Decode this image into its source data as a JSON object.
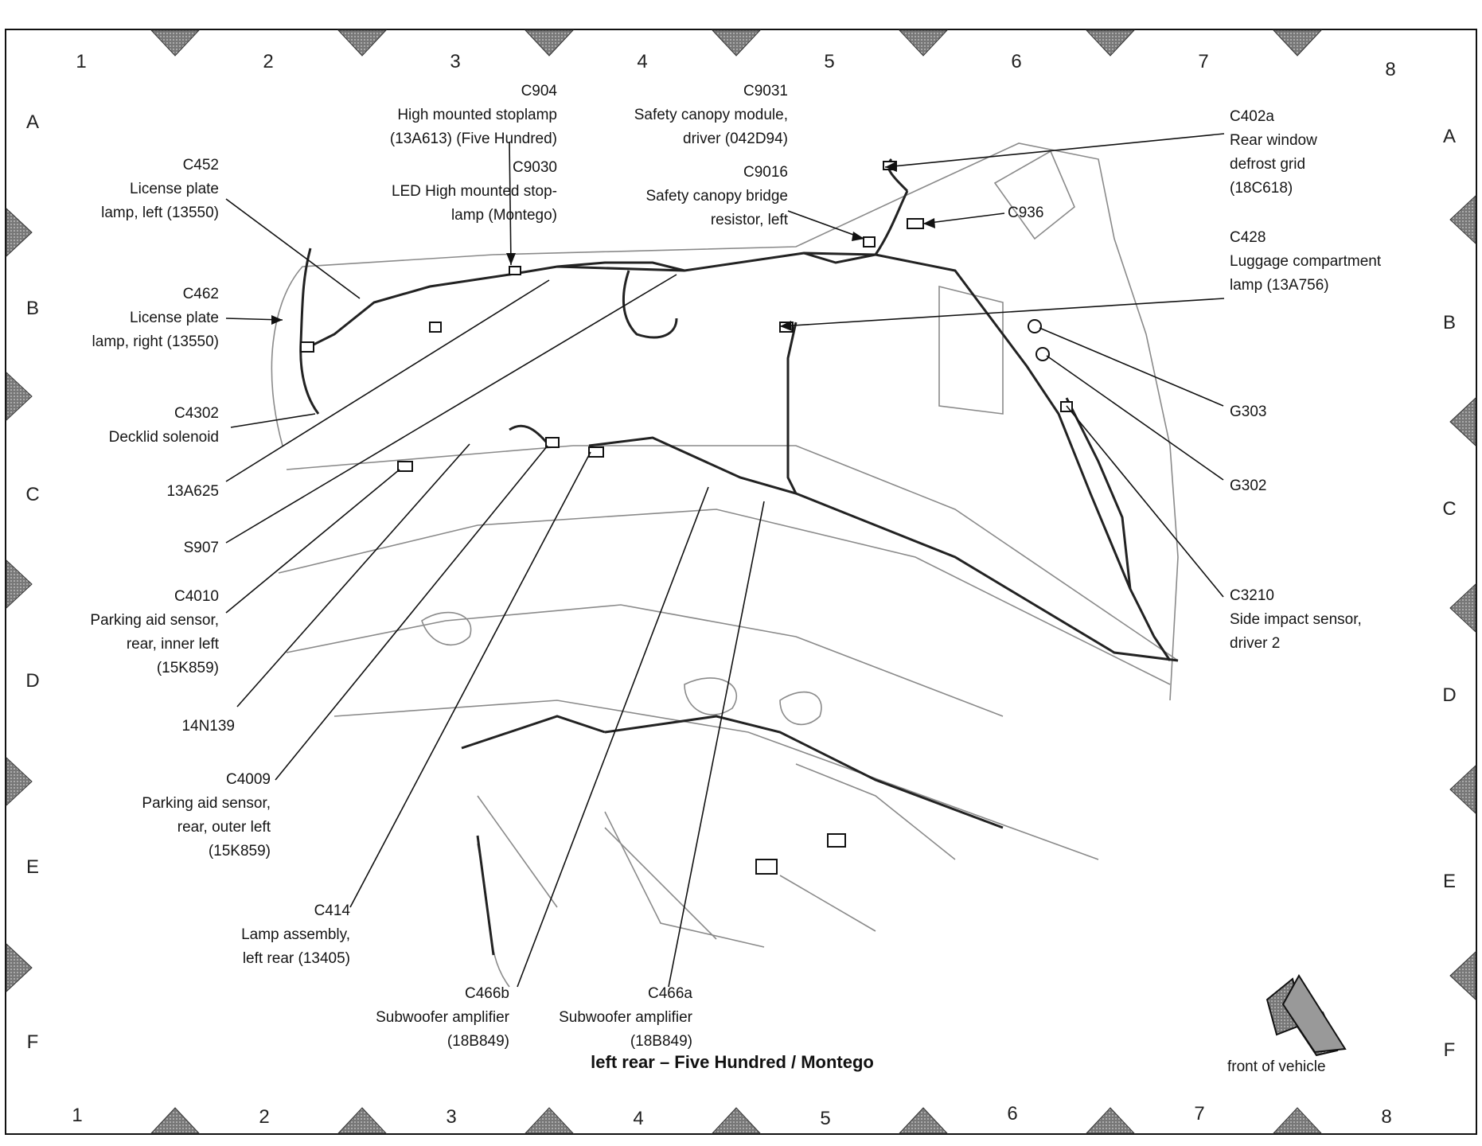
{
  "grid": {
    "columns": [
      "1",
      "2",
      "3",
      "4",
      "5",
      "6",
      "7",
      "8"
    ],
    "rows": [
      "A",
      "B",
      "C",
      "D",
      "E",
      "F"
    ]
  },
  "caption": "left rear – Five Hundred / Montego",
  "front_of_vehicle": "front of vehicle",
  "labels": {
    "c904": [
      "C904",
      "High mounted stoplamp",
      "(13A613) (Five Hundred)"
    ],
    "c9030": [
      "C9030",
      "LED High mounted stop-",
      "lamp (Montego)"
    ],
    "c9031": [
      "C9031",
      "Safety canopy module,",
      "driver (042D94)"
    ],
    "c9016": [
      "C9016",
      "Safety canopy bridge",
      "resistor, left"
    ],
    "c452": [
      "C452",
      "License plate",
      "lamp, left (13550)"
    ],
    "c462": [
      "C462",
      "License plate",
      "lamp, right (13550)"
    ],
    "c4302": [
      "C4302",
      "Decklid solenoid"
    ],
    "a13a625": [
      "13A625"
    ],
    "s907": [
      "S907"
    ],
    "c4010": [
      "C4010",
      "Parking aid sensor,",
      "rear, inner left",
      "(15K859)"
    ],
    "n14n139": [
      "14N139"
    ],
    "c4009": [
      "C4009",
      "Parking aid sensor,",
      "rear, outer left",
      "(15K859)"
    ],
    "c414": [
      "C414",
      "Lamp assembly,",
      "left rear (13405)"
    ],
    "c466b": [
      "C466b",
      "Subwoofer amplifier",
      "(18B849)"
    ],
    "c466a": [
      "C466a",
      "Subwoofer amplifier",
      "(18B849)"
    ],
    "c402a": [
      "C402a",
      "Rear window",
      "defrost grid",
      "(18C618)"
    ],
    "c936": [
      "C936"
    ],
    "c428": [
      "C428",
      "Luggage compartment",
      "lamp (13A756)"
    ],
    "g303": [
      "G303"
    ],
    "g302": [
      "G302"
    ],
    "c3210": [
      "C3210",
      "Side impact sensor,",
      "driver 2"
    ]
  }
}
